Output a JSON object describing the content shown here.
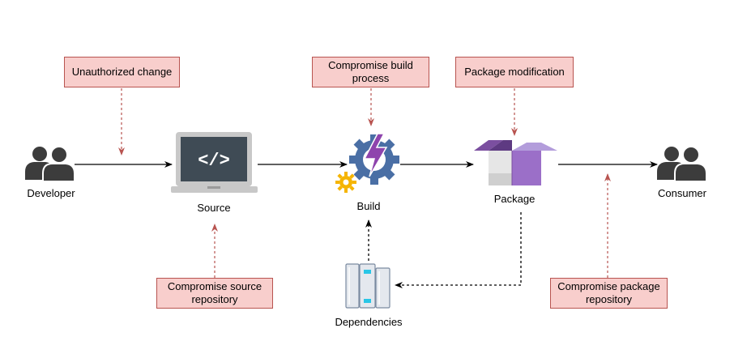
{
  "nodes": {
    "developer": "Developer",
    "source": "Source",
    "build": "Build",
    "package": "Package",
    "consumer": "Consumer",
    "dependencies": "Dependencies"
  },
  "code_glyph": "</>",
  "threats": {
    "unauthorized_change": "Unauthorized change",
    "compromise_build_line1": "Compromise build",
    "compromise_build_line2": "process",
    "package_modification": "Package modification",
    "compromise_source_line1": "Compromise source",
    "compromise_source_line2": "repository",
    "compromise_package_line1": "Compromise package",
    "compromise_package_line2": "repository"
  },
  "colors": {
    "threat_fill": "#f8cecc",
    "threat_border": "#b85450",
    "threat_arrow": "#b85450",
    "flow_arrow": "#000000",
    "person_icon": "#3c3c3c",
    "laptop_body": "#c8c8c8",
    "laptop_screen": "#3f4b55",
    "gear": "#4a6fa5",
    "lightning": "#8e44ad",
    "small_gear": "#f5b400",
    "package_purple": "#7b4fa0",
    "package_light": "#b39ddb",
    "dependency_blue": "#29c6e6"
  },
  "icons": [
    "developer-users-icon",
    "laptop-code-icon",
    "build-gear-icon",
    "package-box-icon",
    "consumer-users-icon",
    "dependencies-books-icon"
  ]
}
